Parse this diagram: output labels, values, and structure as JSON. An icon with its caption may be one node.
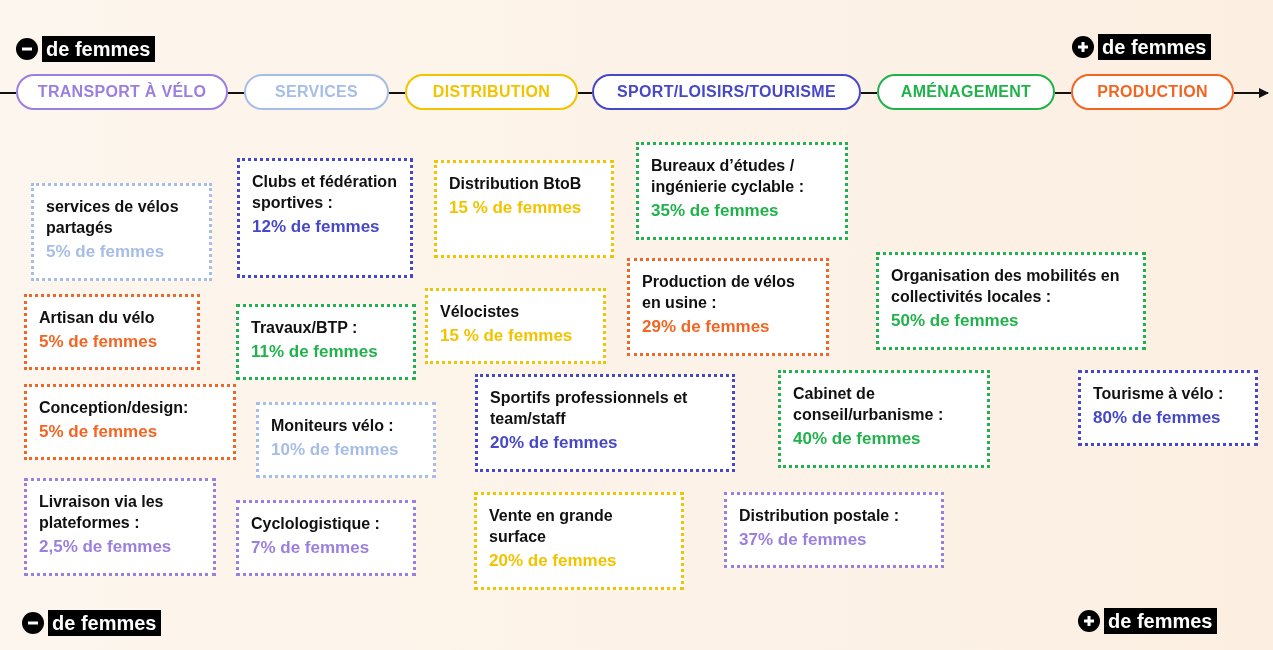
{
  "diagram": {
    "nodes": [
      {
        "text": [
          "TRANSPORT À VÉLO"
        ]
      },
      {
        "text": [
          "SERVICES"
        ]
      },
      {
        "text": [
          "DISTRIBUTION"
        ]
      },
      {
        "text": [
          "SPORT/LOISIRS/TOURISME"
        ]
      },
      {
        "text": [
          "AMÉNAGEMENT"
        ]
      },
      {
        "text": [
          "PRODUCTION"
        ]
      },
      {
        "text": [
          "Bureaux d’études / ingénierie cyclable :",
          "35% de femmes"
        ]
      },
      {
        "text": [
          "Clubs et fédération sportives :",
          "12% de femmes"
        ]
      },
      {
        "text": [
          "Distribution BtoB",
          "15 % de femmes"
        ]
      },
      {
        "text": [
          "services de vélos partagés",
          "5% de femmes"
        ]
      },
      {
        "text": [
          "Organisation des mobilités en collectivités locales :",
          "50% de femmes"
        ]
      },
      {
        "text": [
          "Production de vélos en usine :",
          "29% de femmes"
        ]
      },
      {
        "text": [
          "Vélocistes",
          "15 % de femmes"
        ]
      },
      {
        "text": [
          "Artisan du vélo",
          "5% de femmes"
        ]
      },
      {
        "text": [
          "Travaux/BTP :",
          "11% de femmes"
        ]
      },
      {
        "text": [
          "Sportifs professionnels et team/staff",
          "20% de femmes"
        ]
      },
      {
        "text": [
          "Cabinet de conseil/urbanisme :",
          "40% de femmes"
        ]
      },
      {
        "text": [
          "Tourisme à vélo :",
          "80% de femmes"
        ]
      },
      {
        "text": [
          "Conception/design:",
          "5% de femmes"
        ]
      },
      {
        "text": [
          "Moniteurs vélo :",
          "10% de femmes"
        ]
      },
      {
        "text": [
          "Livraison via les plateformes :",
          "2,5% de femmes"
        ]
      },
      {
        "text": [
          "Cyclologistique :",
          "7% de femmes"
        ]
      },
      {
        "text": [
          "Vente en grande surface",
          "20% de femmes"
        ]
      },
      {
        "text": [
          "Distribution postale :",
          "37% de femmes"
        ]
      }
    ],
    "edges": [
      {
        "from": null,
        "to": 0,
        "arrow": "none"
      },
      {
        "from": 0,
        "to": 1,
        "arrow": "none"
      },
      {
        "from": 1,
        "to": 2,
        "arrow": "none"
      },
      {
        "from": 2,
        "to": 3,
        "arrow": "none"
      },
      {
        "from": 3,
        "to": 4,
        "arrow": "none"
      },
      {
        "from": 4,
        "to": 5,
        "arrow": "none"
      },
      {
        "from": 5,
        "to": null,
        "arrow": "to"
      }
    ],
    "labels": [
      "de femmes",
      "de femmes",
      "de femmes",
      "de femmes"
    ]
  }
}
